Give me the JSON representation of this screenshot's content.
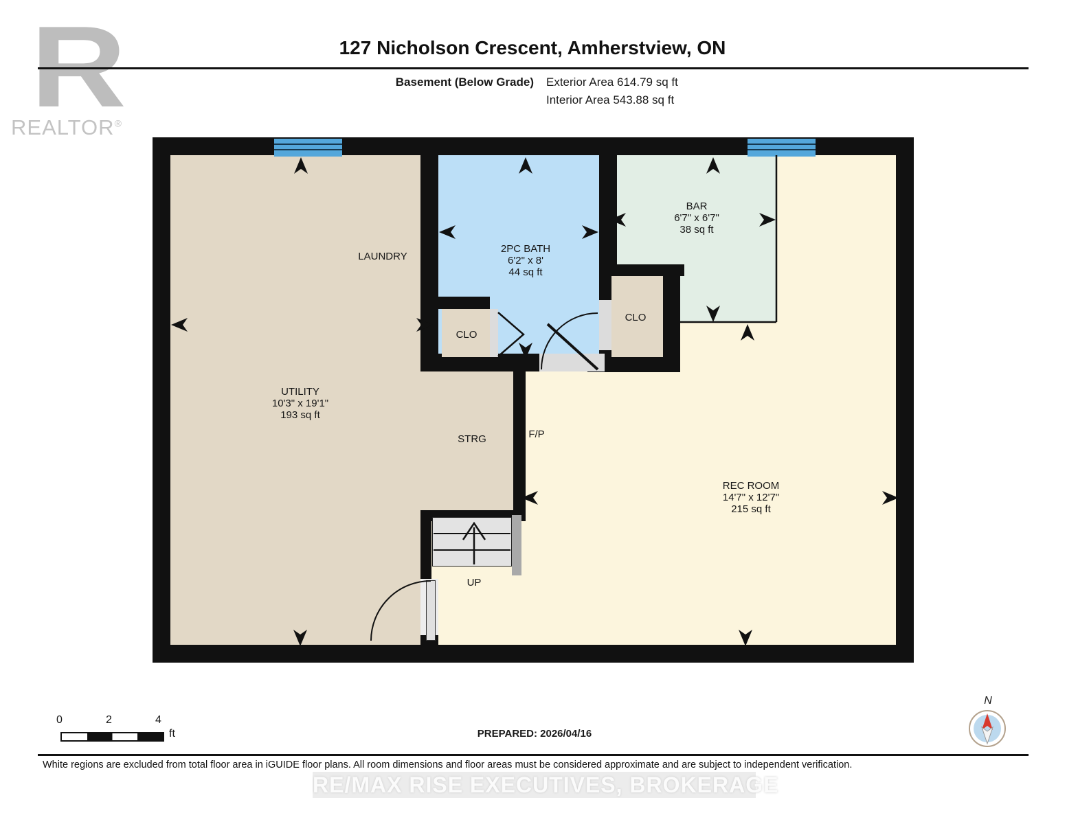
{
  "header": {
    "logo_letter": "R",
    "logo_brand": "REALTOR",
    "logo_reg": "®",
    "title": "127 Nicholson Crescent, Amherstview, ON",
    "floor_label": "Basement (Below Grade)",
    "exterior_area": "Exterior Area 614.79 sq ft",
    "interior_area": "Interior Area 543.88 sq ft"
  },
  "rooms": {
    "laundry": {
      "name": "LAUNDRY"
    },
    "utility": {
      "name": "UTILITY",
      "dims": "10'3\" x 19'1\"",
      "area": "193 sq ft"
    },
    "bath": {
      "name": "2PC BATH",
      "dims": "6'2\" x 8'",
      "area": "44 sq ft"
    },
    "bar": {
      "name": "BAR",
      "dims": "6'7\" x 6'7\"",
      "area": "38 sq ft"
    },
    "rec": {
      "name": "REC ROOM",
      "dims": "14'7\" x 12'7\"",
      "area": "215 sq ft"
    },
    "clo_left": {
      "name": "CLO"
    },
    "clo_right": {
      "name": "CLO"
    },
    "strg": {
      "name": "STRG"
    },
    "fireplace": {
      "name": "F/P"
    },
    "stairs": {
      "name": "UP"
    }
  },
  "colors": {
    "wall": "#111111",
    "rec_room_floor": "#FCF5DD",
    "utility_floor": "#E2D8C6",
    "bath_floor": "#BCDFF7",
    "bar_floor": "#E2EEE5",
    "window_blue": "#54A7DB",
    "compass_north": "#D83A2E"
  },
  "footer": {
    "scale": {
      "tick0": "0",
      "tick2": "2",
      "tick4": "4",
      "unit": "ft"
    },
    "prepared": "PREPARED: 2026/04/16",
    "compass_label": "N",
    "disclaimer": "White regions are excluded from total floor area in iGUIDE floor plans. All room dimensions and floor areas must be considered approximate and are subject to independent verification.",
    "watermark": "RE/MAX RISE EXECUTIVES, BROKERAGE"
  }
}
